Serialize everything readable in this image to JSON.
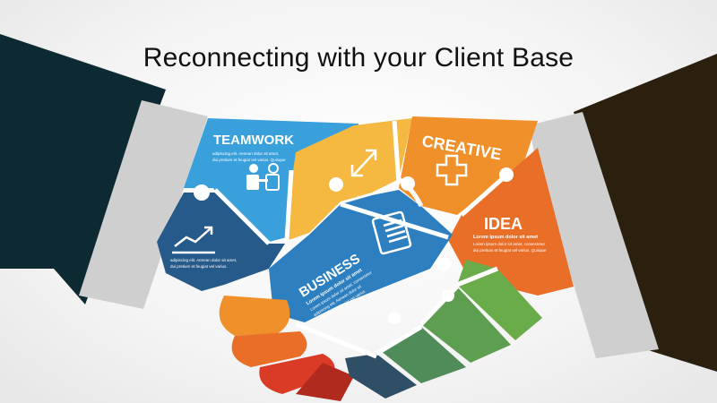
{
  "slide": {
    "title": "Reconnecting with your Client Base"
  },
  "puzzle": {
    "teamwork": {
      "heading": "TEAMWORK",
      "line1": "adipiscing elit. Aenean dolor sit amet,",
      "line2": "dui pretium et feugiat vel varius. Quisque"
    },
    "growth": {
      "line1": "adipiscing elit. Aenean dolor sit amet,",
      "line2": "dui pretium et feugiat vel varius."
    },
    "creative": {
      "heading": "CREATIVE"
    },
    "idea": {
      "heading": "IDEA",
      "line1": "Lorem ipsum dolor sit amet",
      "line2": "Lorem ipsum dolor sit amet, consectetur",
      "line3": "dui pretium et feugiat vel varius. Quisque"
    },
    "business": {
      "heading": "BUSINESS",
      "line1": "Lorem ipsum dolor sit amet",
      "line2": "Lorem ipsum dolor sit amet, consectetur",
      "line3": "adipiscing elit. Aenean dolor sit",
      "line4": "dui pretium et feugiat vel varius."
    }
  },
  "colors": {
    "left_sleeve": "#0d2a33",
    "right_sleeve": "#2b1f0e",
    "cuff": "#cfcfcf",
    "blue": "#3aa0dc",
    "dark_blue": "#255a8a",
    "mid_blue": "#2e7fbf",
    "yellow": "#f5b942",
    "orange": "#f0902a",
    "deep_orange": "#e96f28",
    "red": "#d93b26",
    "green": "#6aab4a",
    "dark_green": "#4f8c5a",
    "teal": "#2f6f7a"
  }
}
